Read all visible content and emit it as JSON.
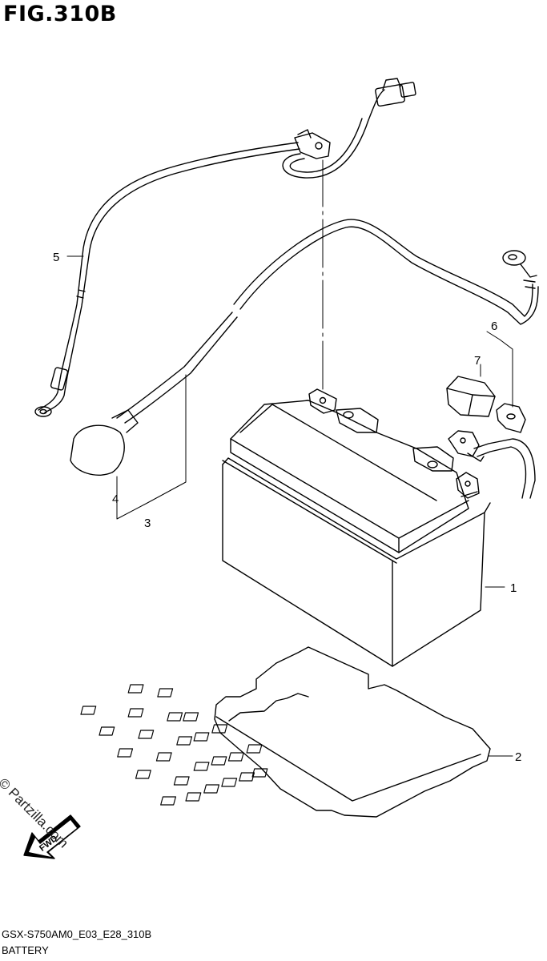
{
  "figure": {
    "title": "FIG.310B"
  },
  "callouts": [
    {
      "id": "1",
      "label": "1"
    },
    {
      "id": "2",
      "label": "2"
    },
    {
      "id": "3",
      "label": "3"
    },
    {
      "id": "4",
      "label": "4"
    },
    {
      "id": "5",
      "label": "5"
    },
    {
      "id": "6",
      "label": "6"
    },
    {
      "id": "7",
      "label": "7"
    }
  ],
  "watermark": "© Partzilla.com",
  "fwd_label": "FWD",
  "footer": {
    "code": "GSX-S750AM0_E03_E28_310B",
    "name": "BATTERY"
  }
}
